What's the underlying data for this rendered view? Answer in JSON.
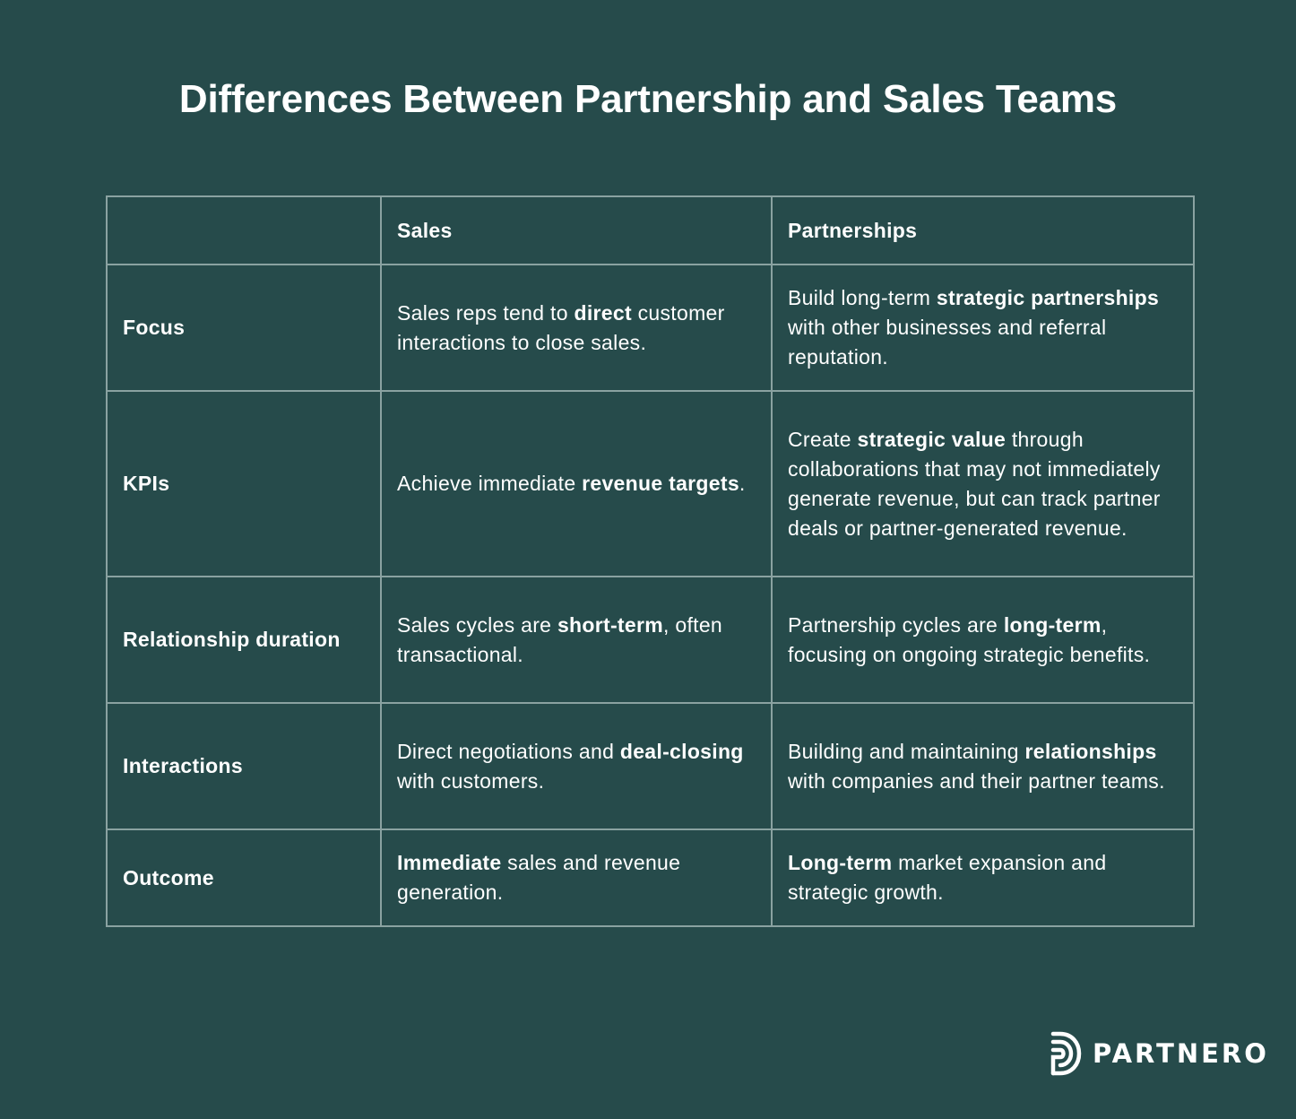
{
  "title": "Differences Between Partnership and Sales Teams",
  "table": {
    "header": [
      "",
      "Sales",
      "Partnerships"
    ],
    "rows": [
      {
        "label": "Focus",
        "sales": [
          {
            "t": "Sales reps tend to "
          },
          {
            "t": "direct",
            "b": true
          },
          {
            "t": " customer interactions to close sales."
          }
        ],
        "partnerships": [
          {
            "t": "Build long-term "
          },
          {
            "t": "strategic partnerships",
            "b": true
          },
          {
            "t": " with other businesses and referral reputation."
          }
        ]
      },
      {
        "label": "KPIs",
        "sales": [
          {
            "t": "Achieve immediate "
          },
          {
            "t": "revenue targets",
            "b": true
          },
          {
            "t": "."
          }
        ],
        "partnerships": [
          {
            "t": "Create "
          },
          {
            "t": "strategic value",
            "b": true
          },
          {
            "t": " through collaborations that may not immediately generate revenue, but can track partner deals or partner-generated revenue."
          }
        ]
      },
      {
        "label": "Relationship duration",
        "sales": [
          {
            "t": "Sales cycles are "
          },
          {
            "t": "short-term",
            "b": true
          },
          {
            "t": ", often transactional."
          }
        ],
        "partnerships": [
          {
            "t": "Partnership cycles are "
          },
          {
            "t": "long-term",
            "b": true
          },
          {
            "t": ", focusing on ongoing strategic benefits."
          }
        ]
      },
      {
        "label": "Interactions",
        "sales": [
          {
            "t": "Direct negotiations and "
          },
          {
            "t": "deal-closing",
            "b": true
          },
          {
            "t": " with customers."
          }
        ],
        "partnerships": [
          {
            "t": "Building and maintaining "
          },
          {
            "t": "relationships",
            "b": true
          },
          {
            "t": " with companies and their partner teams."
          }
        ]
      },
      {
        "label": "Outcome",
        "sales": [
          {
            "t": "Immediate",
            "b": true
          },
          {
            "t": " sales and revenue generation."
          }
        ],
        "partnerships": [
          {
            "t": "Long-term",
            "b": true
          },
          {
            "t": " market expansion and strategic growth."
          }
        ]
      }
    ]
  },
  "brand": {
    "name": "PARTNERO",
    "logo_icon": "partnero-logo-icon"
  },
  "colors": {
    "background": "#264b4b",
    "text": "#ffffff",
    "border": "#8aa2a1"
  }
}
